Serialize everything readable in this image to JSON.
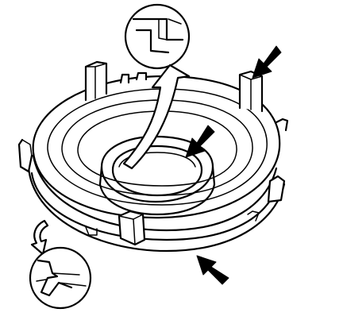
{
  "figure": {
    "subject": "annular-ring-part",
    "colors": {
      "line": "#000000",
      "background": "#ffffff",
      "arrow_fill": "#000000"
    },
    "callout_arrows": [
      {
        "name": "top-right-tab-arrow-icon",
        "direction": "down-left"
      },
      {
        "name": "inner-bore-arrow-icon",
        "direction": "down-left"
      },
      {
        "name": "outer-rim-arrow-icon",
        "direction": "up-left"
      }
    ],
    "curved_arrows": [
      {
        "name": "curved-up-arrow-icon",
        "direction": "up"
      },
      {
        "name": "curved-down-arrow-icon",
        "direction": "down"
      }
    ],
    "detail_circles": [
      {
        "name": "top-detail-circle",
        "shows": "tab-locking-edge"
      },
      {
        "name": "bottom-detail-circle",
        "shows": "rim-lip-profile"
      }
    ]
  }
}
